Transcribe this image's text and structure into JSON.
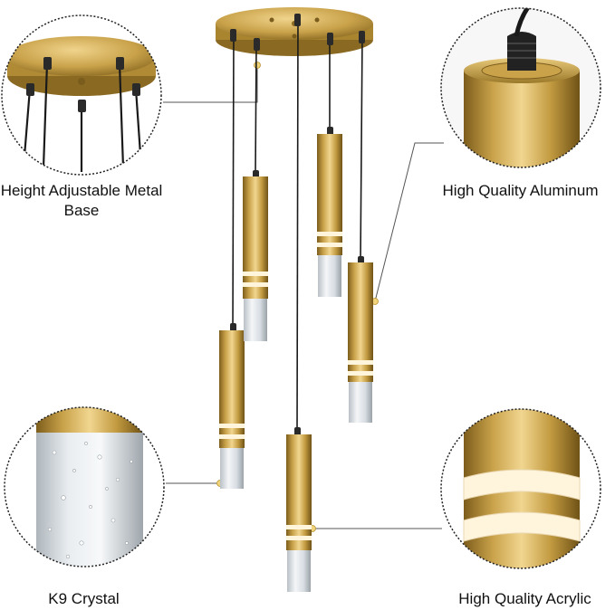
{
  "colors": {
    "gold": "#c9a24a",
    "gold_dark": "#8a6a22",
    "gold_light": "#f1d690",
    "cord": "#1a1a1a",
    "leader_line": "#555555",
    "ring_glow": "#fff4dc",
    "crystal": "#e4e8ec"
  },
  "callouts": [
    {
      "id": "base",
      "label": "Height Adjustable Metal Base",
      "icon": "brass-canopy-closeup"
    },
    {
      "id": "aluminum",
      "label": "High Quality Aluminum",
      "icon": "pendant-top-closeup"
    },
    {
      "id": "crystal",
      "label": "K9 Crystal",
      "icon": "bubble-crystal-closeup"
    },
    {
      "id": "acrylic",
      "label": "High Quality Acrylic",
      "icon": "acrylic-ring-closeup"
    }
  ]
}
